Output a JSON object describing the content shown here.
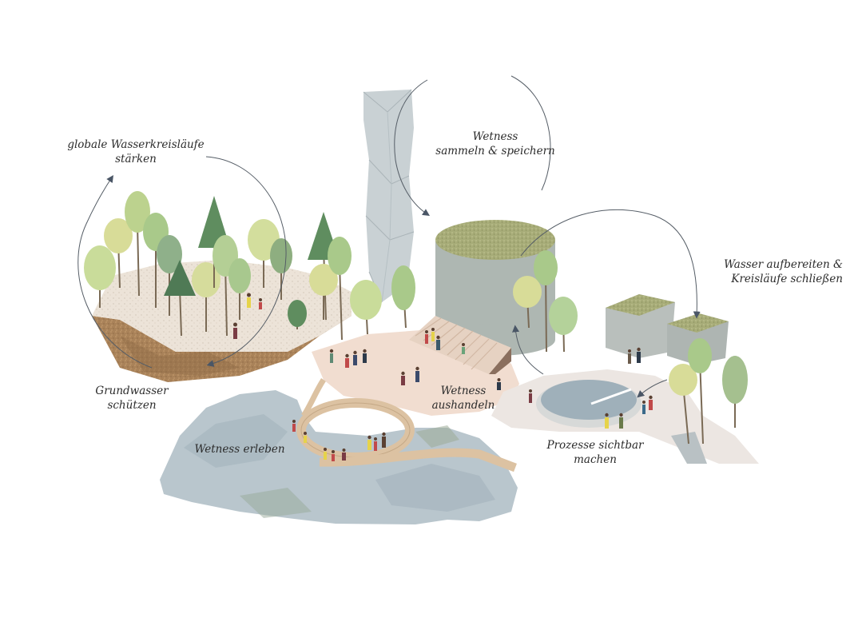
{
  "labels": {
    "global_water": {
      "line1": "globale Wasserkreisläufe",
      "line2": "stärken"
    },
    "groundwater": {
      "line1": "Grundwasser",
      "line2": "schützen"
    },
    "collect_store": {
      "line1": "Wetness",
      "line2": "sammeln & speichern"
    },
    "treat_close": {
      "line1": "Wasser aufbereiten &",
      "line2": "Kreisläufe schließen"
    },
    "negotiate": {
      "line1": "Wetness",
      "line2": "aushandeln"
    },
    "experience": {
      "line1": "Wetness erleben"
    },
    "make_visible": {
      "line1": "Prozesse sichtbar",
      "line2": "machen"
    }
  },
  "colors": {
    "water": "#b9c6cd",
    "water_dark": "#9fb0ba",
    "soil": "#b8875a",
    "plaza": "#f1ddd0",
    "concrete": "#aeb7b2",
    "tower": "#c9d1d4",
    "green_roof": "#a7ac78",
    "tree_light": "#c9dc9a",
    "tree_dark": "#5f8d5f",
    "wood": "#dcc2a2",
    "arrow": "#4a5666"
  }
}
